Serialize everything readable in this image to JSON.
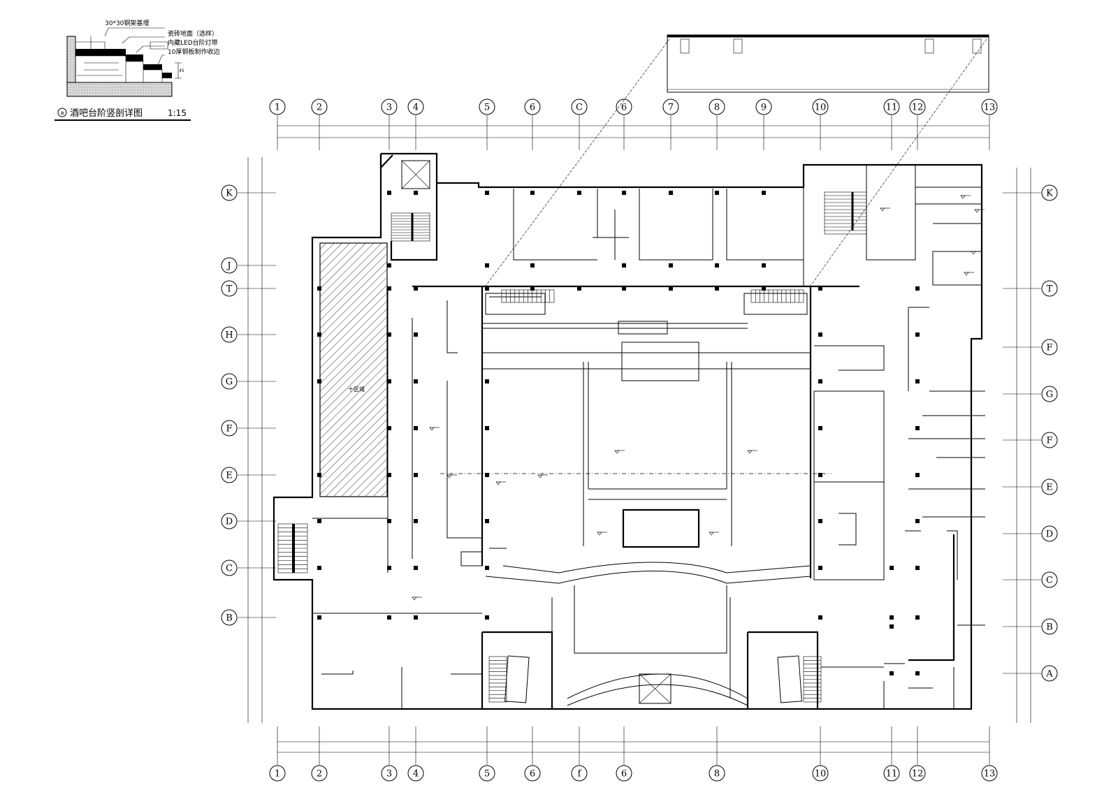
{
  "detail": {
    "title": "酒吧台阶竖剖详图",
    "scale": "1:15",
    "marker": "a",
    "notes": [
      "30*30钢架基埋",
      "瓷砖地面（选样）",
      "内藏LED台阶灯带",
      "10厚钢板制作收边"
    ]
  },
  "grid": {
    "columns_top": [
      "1",
      "2",
      "3",
      "4",
      "5",
      "6",
      "C",
      "6",
      "7",
      "8",
      "9",
      "10",
      "11",
      "12",
      "13"
    ],
    "columns_bottom": [
      "1",
      "2",
      "3",
      "4",
      "5",
      "6",
      "f",
      "6",
      "8",
      "10",
      "11",
      "12",
      "13"
    ],
    "rows_left": [
      "K",
      "J",
      "T",
      "H",
      "G",
      "F",
      "E",
      "D",
      "C",
      "B"
    ],
    "rows_right": [
      "K",
      "T",
      "F",
      "G",
      "F",
      "E",
      "D",
      "C",
      "B",
      "A"
    ]
  },
  "plan": {
    "hatched_area_label": "十区域"
  }
}
